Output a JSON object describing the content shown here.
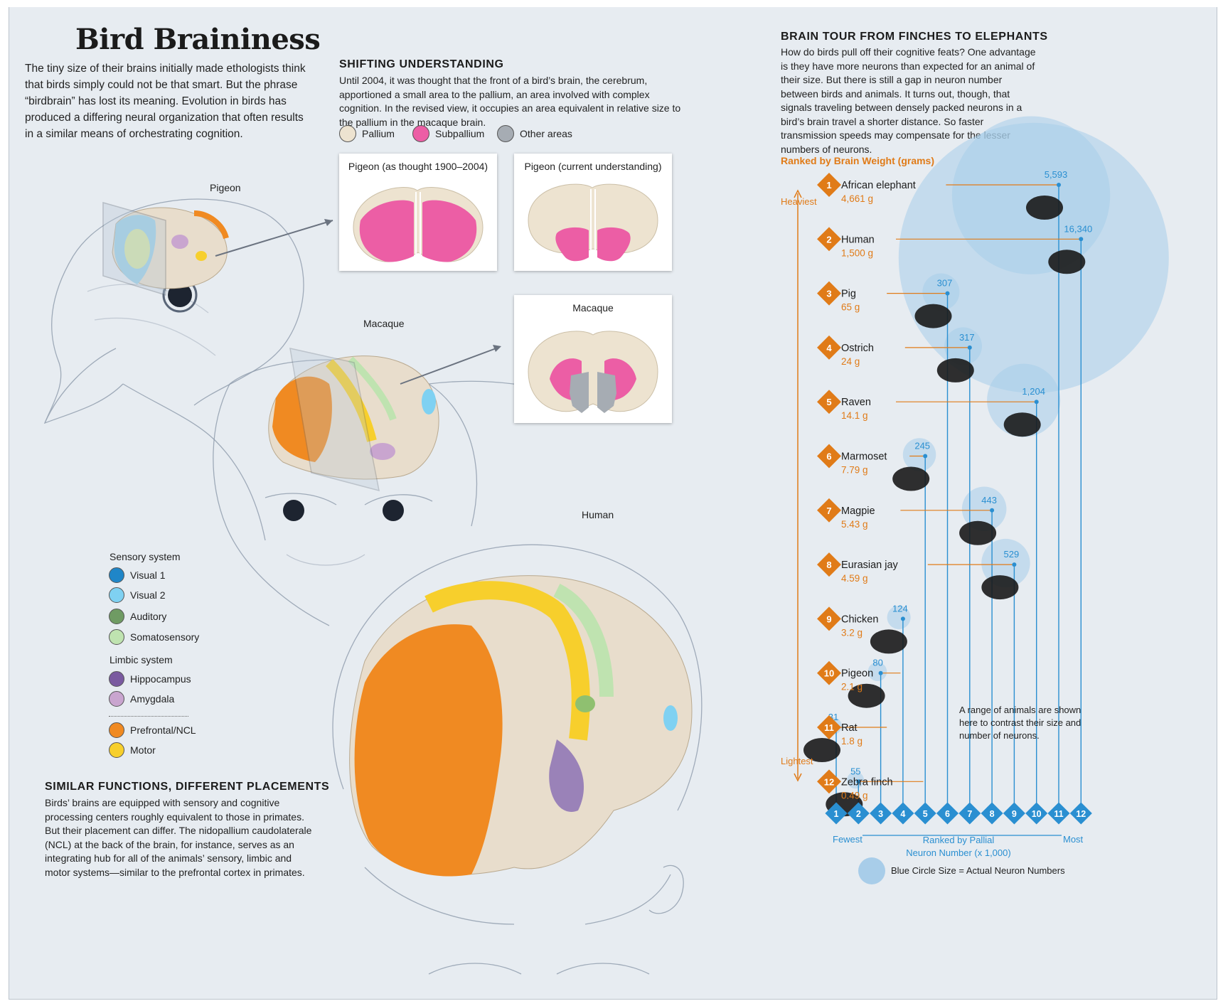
{
  "left": {
    "title": "Bird Braininess",
    "intro": "The tiny size of their brains initially made ethologists think that birds simply could not be that smart. But the phrase “birdbrain” has lost its meaning. Evolution in birds has produced a differing neural organization that often results in a similar means of orchestrating cognition.",
    "label_pigeon": "Pigeon",
    "label_macaque": "Macaque",
    "label_human": "Human",
    "legend_sensory_title": "Sensory system",
    "legend_limbic_title": "Limbic system",
    "legend": [
      {
        "label": "Visual 1",
        "color": "#1f86c8"
      },
      {
        "label": "Visual 2",
        "color": "#7fd1f2"
      },
      {
        "label": "Auditory",
        "color": "#6f9b63"
      },
      {
        "label": "Somatosensory",
        "color": "#bfe3b0"
      },
      {
        "label": "Hippocampus",
        "color": "#7a5aa0"
      },
      {
        "label": "Amygdala",
        "color": "#c9a5cf"
      },
      {
        "label": "Prefrontal/NCL",
        "color": "#f08a22"
      },
      {
        "label": "Motor",
        "color": "#f7cf2c"
      }
    ],
    "similar_head": "SIMILAR FUNCTIONS, DIFFERENT PLACEMENTS",
    "similar_text": "Birds’ brains are equipped with sensory and cognitive processing centers roughly equivalent to those in primates. But their placement can differ. The nidopallium caudolaterale (NCL) at the back of the brain, for instance, serves as an integrating hub for all of the animals’ sensory, limbic and motor systems—similar to the prefrontal cortex in primates."
  },
  "middle": {
    "head": "SHIFTING UNDERSTANDING",
    "text": "Until 2004, it was thought that the front of a bird’s brain, the cerebrum, apportioned a small area to the pallium, an area involved with complex cognition. In the revised view, it occupies an area equivalent in relative size to the pallium in the macaque brain.",
    "key": [
      {
        "label": "Pallium",
        "color": "#ede3d0"
      },
      {
        "label": "Subpallium",
        "color": "#ec5ea5"
      },
      {
        "label": "Other areas",
        "color": "#a6acb3"
      }
    ],
    "card1_title": "Pigeon (as thought 1900–2004)",
    "card2_title": "Pigeon (current understanding)",
    "card3_title": "Macaque"
  },
  "right": {
    "head": "BRAIN TOUR FROM FINCHES TO ELEPHANTS",
    "text": "How do birds pull off their cognitive feats? One advantage is they have more neurons than expected for an animal of their size. But there is still a gap in neuron number between birds and animals. It turns out, though, that signals traveling between densely packed neurons in a bird’s brain travel a shorter distance. So faster transmission speeds may compensate for the lesser numbers of neurons.",
    "ranked_weight_label": "Ranked by Brain Weight (grams)",
    "heaviest": "Heaviest",
    "lightest": "Lightest",
    "fewest": "Fewest",
    "most": "Most",
    "ranked_neuron_label_1": "Ranked by Pallial",
    "ranked_neuron_label_2": "Neuron Number (x 1,000)",
    "circle_key": "Blue Circle Size = Actual Neuron Numbers",
    "note": "A range of animals are shown here to contrast their size and number of neurons."
  },
  "chart_data": {
    "type": "scatter",
    "title": "Ranked by Brain Weight (grams)",
    "xlabel": "Ranked by Pallial Neuron Number (x 1,000)",
    "ylabel": "Ranked by Brain Weight (grams)",
    "neuron_ranks": [
      "1",
      "2",
      "3",
      "4",
      "5",
      "6",
      "7",
      "8",
      "9",
      "10",
      "11",
      "12"
    ],
    "animals": [
      {
        "rank": "1",
        "name": "African elephant",
        "weight": "4,661 g",
        "neurons": "5,593",
        "neuron_value": 5593,
        "neuron_rank": 11
      },
      {
        "rank": "2",
        "name": "Human",
        "weight": "1,500 g",
        "neurons": "16,340",
        "neuron_value": 16340,
        "neuron_rank": 12
      },
      {
        "rank": "3",
        "name": "Pig",
        "weight": "65 g",
        "neurons": "307",
        "neuron_value": 307,
        "neuron_rank": 6
      },
      {
        "rank": "4",
        "name": "Ostrich",
        "weight": "24 g",
        "neurons": "317",
        "neuron_value": 317,
        "neuron_rank": 7
      },
      {
        "rank": "5",
        "name": "Raven",
        "weight": "14.1 g",
        "neurons": "1,204",
        "neuron_value": 1204,
        "neuron_rank": 10
      },
      {
        "rank": "6",
        "name": "Marmoset",
        "weight": "7.79 g",
        "neurons": "245",
        "neuron_value": 245,
        "neuron_rank": 5
      },
      {
        "rank": "7",
        "name": "Magpie",
        "weight": "5.43 g",
        "neurons": "443",
        "neuron_value": 443,
        "neuron_rank": 8
      },
      {
        "rank": "8",
        "name": "Eurasian jay",
        "weight": "4.59 g",
        "neurons": "529",
        "neuron_value": 529,
        "neuron_rank": 9
      },
      {
        "rank": "9",
        "name": "Chicken",
        "weight": "3.2 g",
        "neurons": "124",
        "neuron_value": 124,
        "neuron_rank": 4
      },
      {
        "rank": "10",
        "name": "Pigeon",
        "weight": "2.1 g",
        "neurons": "80",
        "neuron_value": 80,
        "neuron_rank": 3
      },
      {
        "rank": "11",
        "name": "Rat",
        "weight": "1.8 g",
        "neurons": "31",
        "neuron_value": 31,
        "neuron_rank": 1
      },
      {
        "rank": "12",
        "name": "Zebra finch",
        "weight": "0.49 g",
        "neurons": "55",
        "neuron_value": 55,
        "neuron_rank": 2
      }
    ]
  }
}
